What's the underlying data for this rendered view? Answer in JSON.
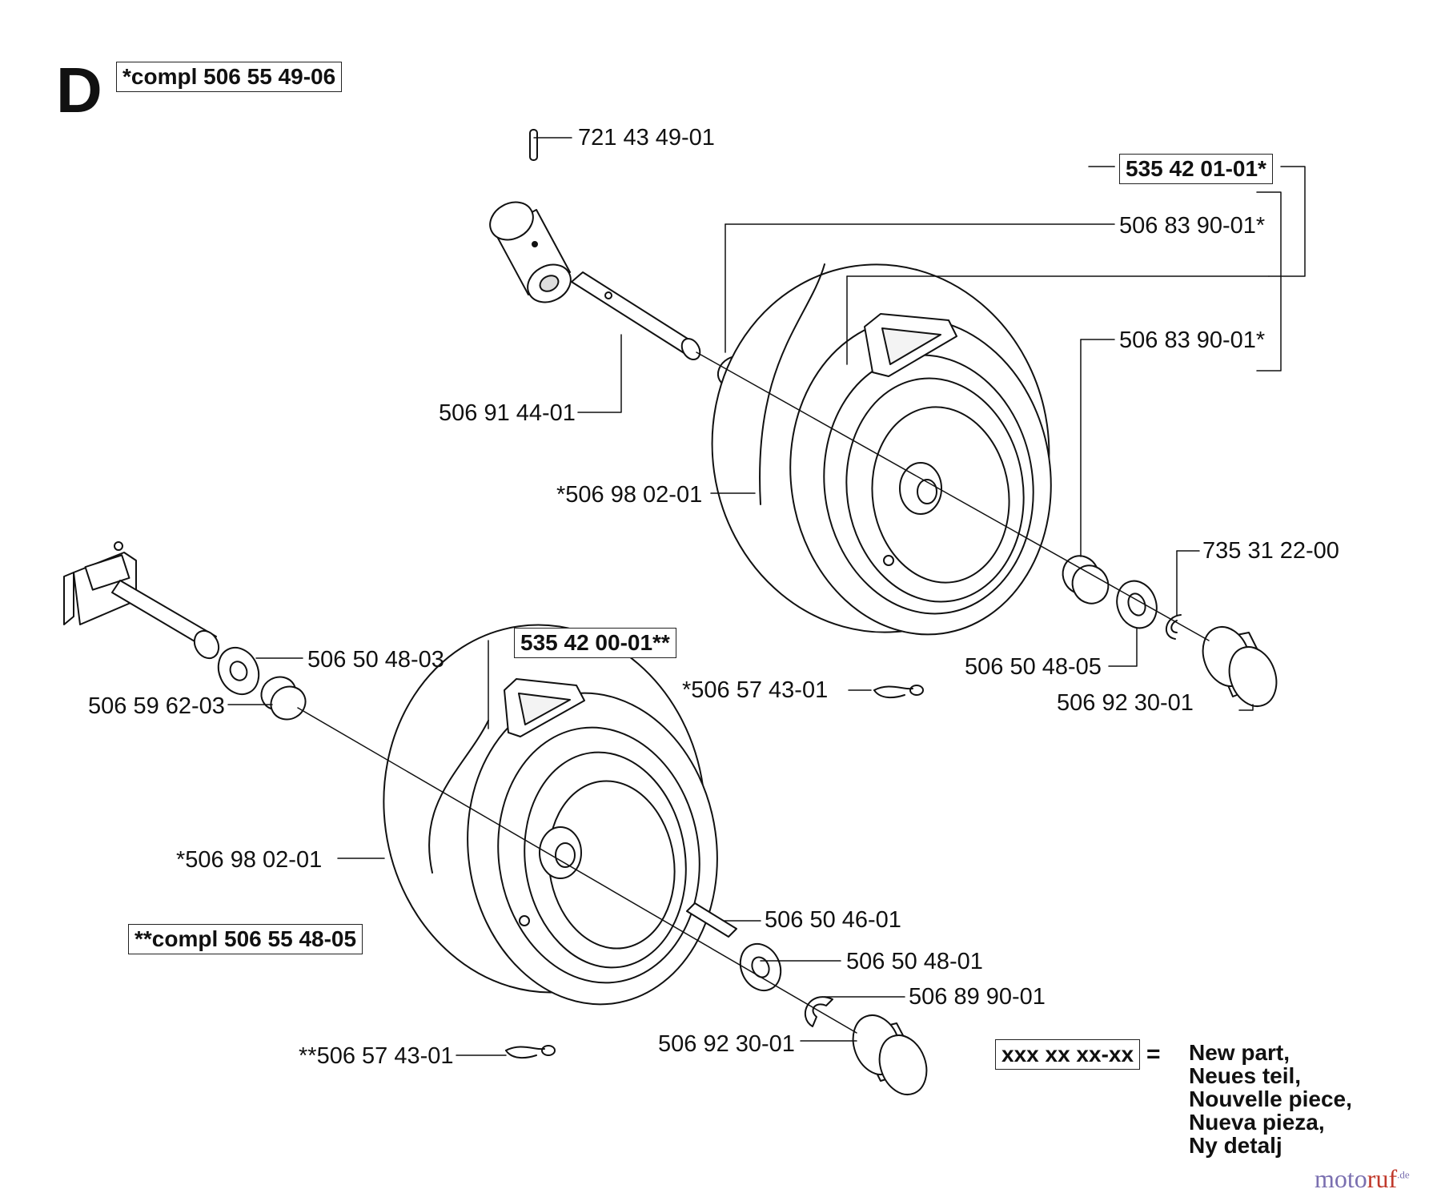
{
  "section": {
    "letter": "D"
  },
  "assemblies": {
    "top_compl": "*compl 506 55 49-06",
    "bottom_compl": "**compl 506 55 48-05",
    "wheel_top_kit": "535 42 01-01*",
    "wheel_bottom_kit": "535 42 00-01**"
  },
  "parts": {
    "pin": "721 43 49-01",
    "bushing_a": "506 83 90-01*",
    "bushing_b": "506 83 90-01*",
    "axle_top": "506 91 44-01",
    "wheel_top": "*506 98 02-01",
    "circlip": "735 31 22-00",
    "washer_top": "506 50 48-05",
    "cap_top": "506 92 30-01",
    "valve_top": "*506 57 43-01",
    "washer_axle": "506 50 48-03",
    "spacer_axle": "506 59 62-03",
    "wheel_bottom": "*506 98 02-01",
    "key": "506 50 46-01",
    "washer_bottom": "506 50 48-01",
    "clip_bottom": "506 89 90-01",
    "cap_bottom": "506 92 30-01",
    "valve_bottom": "**506 57 43-01"
  },
  "legend": {
    "code": "xxx xx xx-xx",
    "equals": "=",
    "lines": [
      "New part,",
      "Neues teil,",
      "Nouvelle piece,",
      "Nueva pieza,",
      "Ny detalj"
    ]
  },
  "watermark": {
    "part1": "moto",
    "part2": "ruf",
    "part3": ".de"
  }
}
